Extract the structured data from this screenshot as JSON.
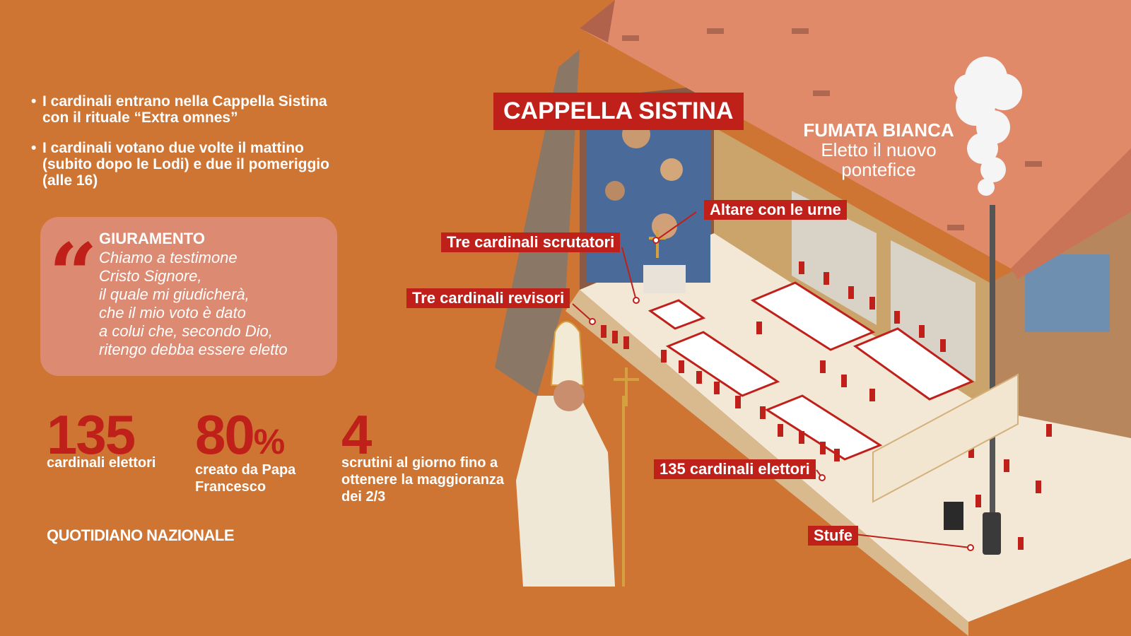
{
  "bullets": [
    "I cardinali entrano nella Cappella Sistina con il rituale “Extra omnes”",
    "I cardinali votano due volte il mattino (subito dopo le Lodi) e due il pomeriggio (alle 16)"
  ],
  "oath": {
    "title": "GIURAMENTO",
    "lines": [
      "Chiamo a testimone",
      "Cristo Signore,",
      "il quale mi giudicherà,",
      "che il mio voto è dato",
      "a colui che, secondo Dio,",
      "ritengo debba essere eletto"
    ]
  },
  "stats": [
    {
      "value": "135",
      "suffix": "",
      "label": "cardinali elettori"
    },
    {
      "value": "80",
      "suffix": "%",
      "label": "creato da Papa Francesco"
    },
    {
      "value": "4",
      "suffix": "",
      "label": "scrutini al giorno fino a ottenere la maggioranza dei 2/3"
    }
  ],
  "brand": "QUOTIDIANO NAZIONALE",
  "illustration": {
    "title": "CAPPELLA SISTINA",
    "smoke_title": "FUMATA BIANCA",
    "smoke_text": "Eletto il nuovo pontefice",
    "labels": {
      "altar": "Altare con le urne",
      "scrutators": "Tre cardinali scrutatori",
      "revisors": "Tre cardinali revisori",
      "electors": "135 cardinali elettori",
      "stoves": "Stufe"
    }
  },
  "colors": {
    "background": "#cf7534",
    "accent_red": "#c0201a",
    "quote_box": "#dc8a71",
    "roof": "#e08a6a",
    "smoke": "#f5f5f5"
  }
}
